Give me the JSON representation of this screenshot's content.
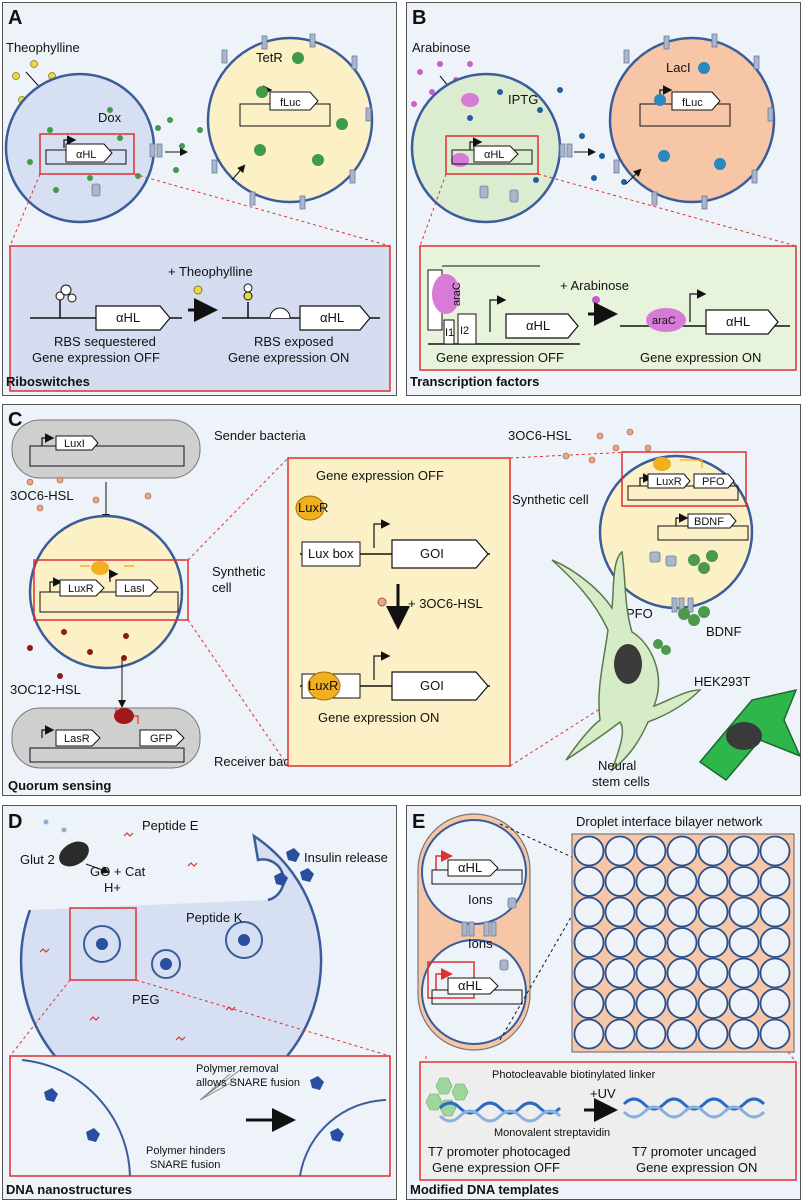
{
  "panels": {
    "a": {
      "letter": "A",
      "theophylline": "Theophylline",
      "dox": "Dox",
      "tetr": "TetR",
      "fluc": "fLuc",
      "ahl": "αHL",
      "plus_theophylline": "+ Theophylline",
      "rbs_seq_1": "RBS sequestered",
      "rbs_seq_2": "Gene expression OFF",
      "rbs_exp_1": "RBS exposed",
      "rbs_exp_2": "Gene expression ON",
      "title": "Riboswitches"
    },
    "b": {
      "letter": "B",
      "arabinose": "Arabinose",
      "iptg": "IPTG",
      "laci": "LacI",
      "fluc": "fLuc",
      "ahl": "αHL",
      "arac": "araC",
      "i1": "I1",
      "i2": "I2",
      "plus_arabinose": "+ Arabinose",
      "off": "Gene expression OFF",
      "on": "Gene expression ON",
      "title": "Transcription factors"
    },
    "c": {
      "letter": "C",
      "luxi": "LuxI",
      "sender": "Sender bacteria",
      "hsl6": "3OC6-HSL",
      "luxr": "LuxR",
      "lasi": "LasI",
      "synthetic": "Synthetic",
      "cell": "cell",
      "hsl12": "3OC12-HSL",
      "lasr": "LasR",
      "gfp": "GFP",
      "receiver": "Receiver bacteria",
      "title": "Quorum sensing",
      "zoom_off": "Gene expression OFF",
      "luxbox": "Lux box",
      "goi": "GOI",
      "plus_hsl": "+ 3OC6-HSL",
      "zoom_on": "Gene expression ON",
      "hsl6_right": "3OC6-HSL",
      "synthetic_cell": "Synthetic cell",
      "pfo": "PFO",
      "bdnf": "BDNF",
      "pfo_label": "PFO",
      "bdnf_label": "BDNF",
      "hek": "HEK293T",
      "neural1": "Neural",
      "neural2": "stem cells"
    },
    "d": {
      "letter": "D",
      "peptide_e": "Peptide E",
      "glut": "Glut 2",
      "go_cat": "GO + Cat",
      "hplus": "H+",
      "insulin": "Insulin release",
      "peptide_k": "Peptide K",
      "peg": "PEG",
      "removal_1": "Polymer removal",
      "removal_2": "allows SNARE fusion",
      "hinders_1": "Polymer hinders",
      "hinders_2": "SNARE fusion",
      "title": "DNA nanostructures"
    },
    "e": {
      "letter": "E",
      "dib": "Droplet interface bilayer network",
      "ahl": "αHL",
      "ions1": "Ions",
      "ions2": "Ions",
      "linker": "Photocleavable biotinylated linker",
      "uv": "+UV",
      "strept": "Monovalent streptavidin",
      "caged_1": "T7 promoter photocaged",
      "caged_2": "Gene expression OFF",
      "uncaged_1": "T7 promoter uncaged",
      "uncaged_2": "Gene expression ON",
      "title": "Modified DNA templates"
    }
  },
  "colors": {
    "panel_bg": "#eef3fa",
    "cell_blue": "#d6e0f2",
    "cell_yellow": "#fbf0c6",
    "cell_green": "#dcecd0",
    "cell_orange": "#f6c6a6",
    "membrane": "#3a5d9a",
    "red": "#e03030",
    "green_protein": "#3f9a4a",
    "blue_protein": "#2a8ac0",
    "pink": "#d87ad8",
    "luxr_orange": "#f0b020",
    "bacteria_grey": "#cfcfcf",
    "neural": "#d6ecc6",
    "hek": "#2fb64a"
  }
}
